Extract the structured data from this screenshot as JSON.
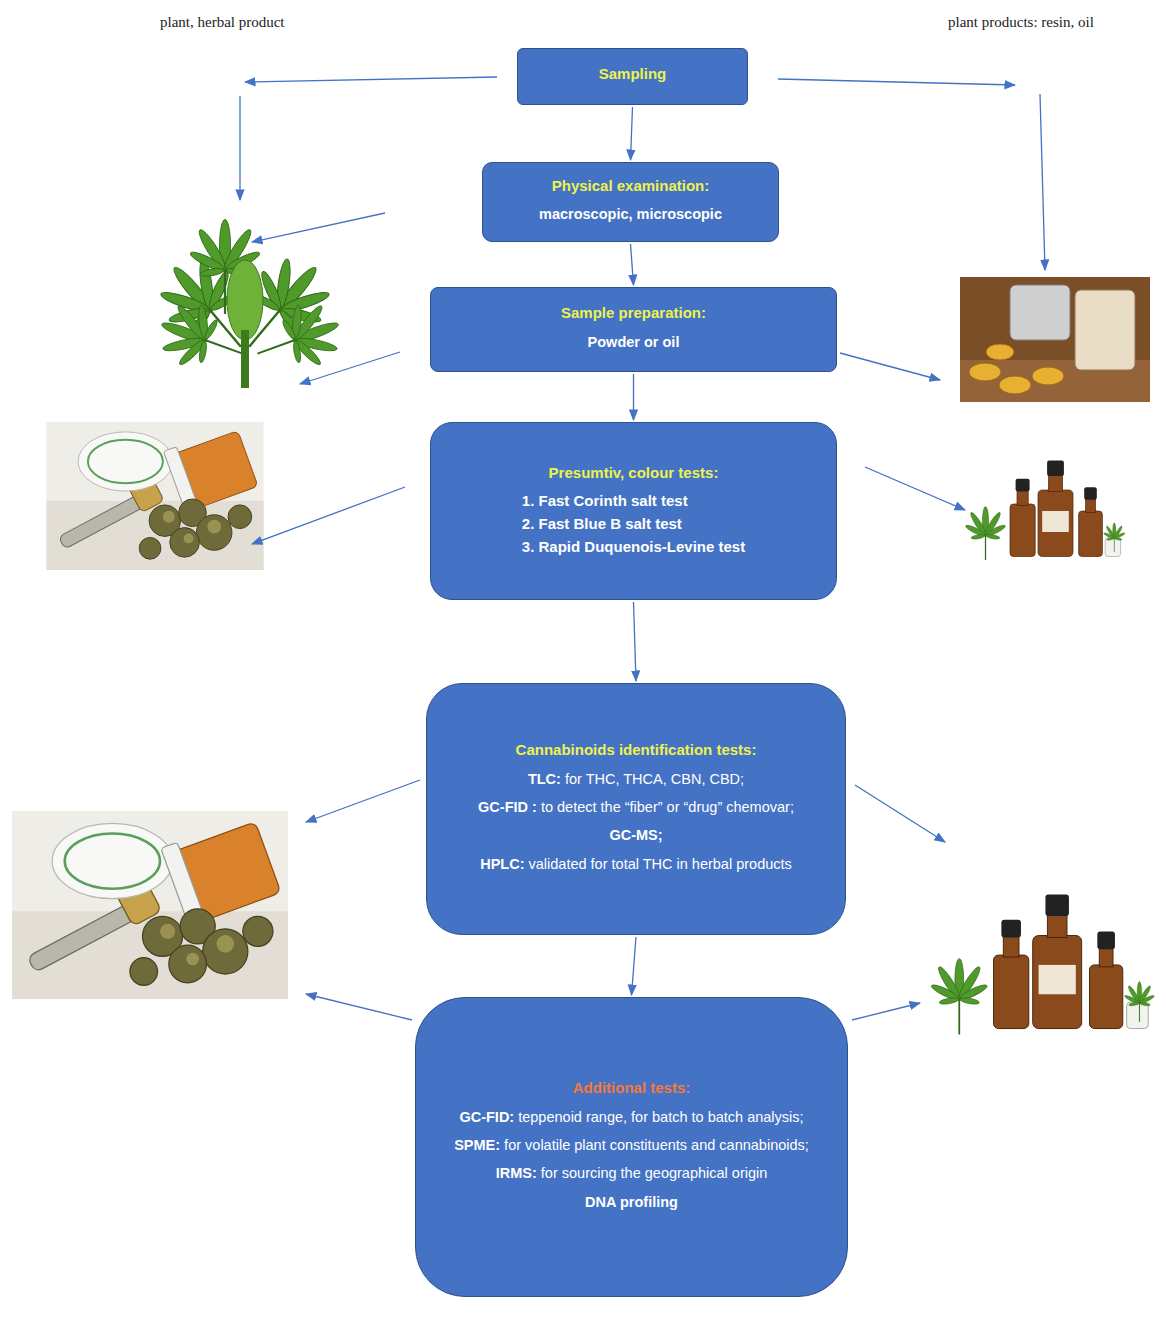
{
  "diagram": {
    "nodes": [
      {
        "text": [
          "Sampling"
        ]
      },
      {
        "text": [
          "Physical examination:",
          "macroscopic, microscopic"
        ]
      },
      {
        "text": [
          "Sample preparation:",
          "Powder or oil"
        ]
      },
      {
        "text": [
          "Presumtiv, colour tests:",
          "1. Fast Corinth salt test",
          "2. Fast Blue B salt test",
          "3. Rapid Duquenois-Levine test"
        ]
      },
      {
        "text": [
          "Cannabinoids identification tests:",
          "TLC: for THC, THCA, CBN, CBD;",
          "GC-FID : to detect the “fiber” or “drug” chemovar;",
          "GC-MS;",
          "HPLC: validated for total THC in herbal products"
        ]
      },
      {
        "text": [
          "Additional tests:",
          "GC-FID: teppenoid range, for batch to batch analysis;",
          "SPME: for volatile plant constituents and cannabinoids;",
          "IRMS: for sourcing the geographical origin",
          "DNA profiling"
        ]
      }
    ],
    "edges": [
      {
        "from": 0,
        "to": 1,
        "arrow": "to"
      },
      {
        "from": 1,
        "to": 2,
        "arrow": "to"
      },
      {
        "from": 2,
        "to": 3,
        "arrow": "to"
      },
      {
        "from": 3,
        "to": 4,
        "arrow": "to"
      },
      {
        "from": 4,
        "to": 5,
        "arrow": "to"
      }
    ],
    "labels": [
      "plant, herbal product",
      "plant products: resin, oil"
    ]
  }
}
